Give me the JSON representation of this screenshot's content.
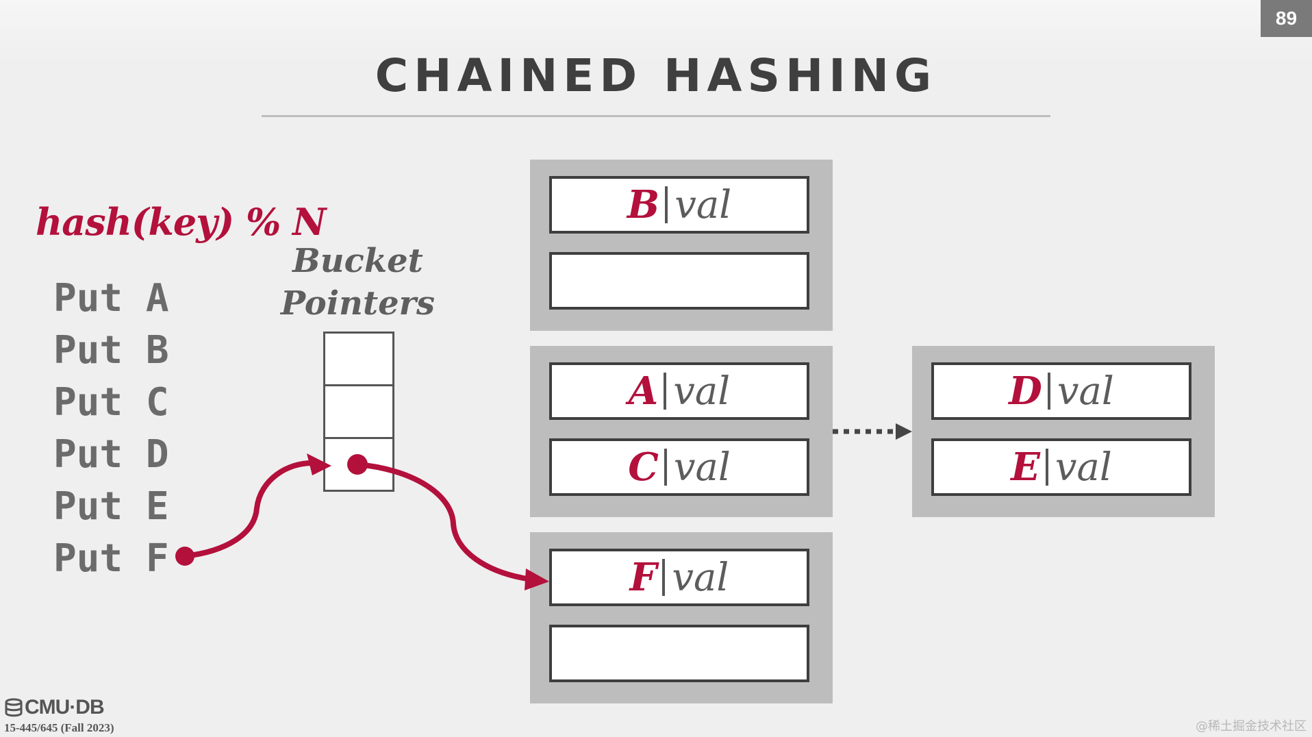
{
  "slide": {
    "page_number": "89",
    "title": "CHAINED HASHING"
  },
  "hash_function": "hash(key) % N",
  "operations": [
    "Put A",
    "Put B",
    "Put C",
    "Put D",
    "Put E",
    "Put F"
  ],
  "bucket_pointers": {
    "label_line1": "Bucket",
    "label_line2": "Pointers",
    "cells": 3,
    "active_cell": 3
  },
  "buckets": [
    {
      "slots": [
        {
          "key": "B",
          "value": "val"
        },
        {
          "key": "",
          "value": ""
        }
      ]
    },
    {
      "slots": [
        {
          "key": "A",
          "value": "val"
        },
        {
          "key": "C",
          "value": "val"
        }
      ]
    },
    {
      "slots": [
        {
          "key": "F",
          "value": "val"
        },
        {
          "key": "",
          "value": ""
        }
      ]
    }
  ],
  "overflow_bucket": {
    "slots": [
      {
        "key": "D",
        "value": "val"
      },
      {
        "key": "E",
        "value": "val"
      }
    ]
  },
  "colors": {
    "accent": "#b3103c",
    "block": "#bdbdbd",
    "text_gray": "#6b6b6b"
  },
  "footer": {
    "logo_text": "CMU·DB",
    "course": "15-445/645 (Fall 2023)",
    "watermark": "@稀土掘金技术社区"
  }
}
